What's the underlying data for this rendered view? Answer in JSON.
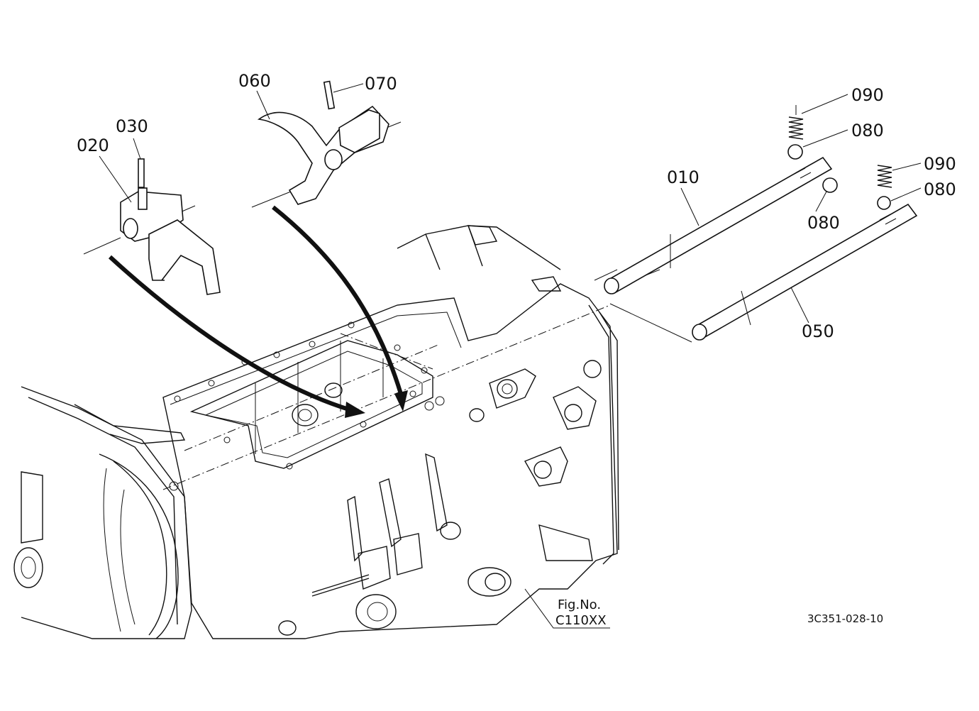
{
  "labels": {
    "p010": "010",
    "p020": "020",
    "p030": "030",
    "p050": "050",
    "p060": "060",
    "p070": "070",
    "p080a": "080",
    "p080b": "080",
    "p080c": "080",
    "p090a": "090",
    "p090b": "090"
  },
  "fig_ref": {
    "title": "Fig.No.",
    "code": "C110XX"
  },
  "drawing_id": "3C351-028-10"
}
